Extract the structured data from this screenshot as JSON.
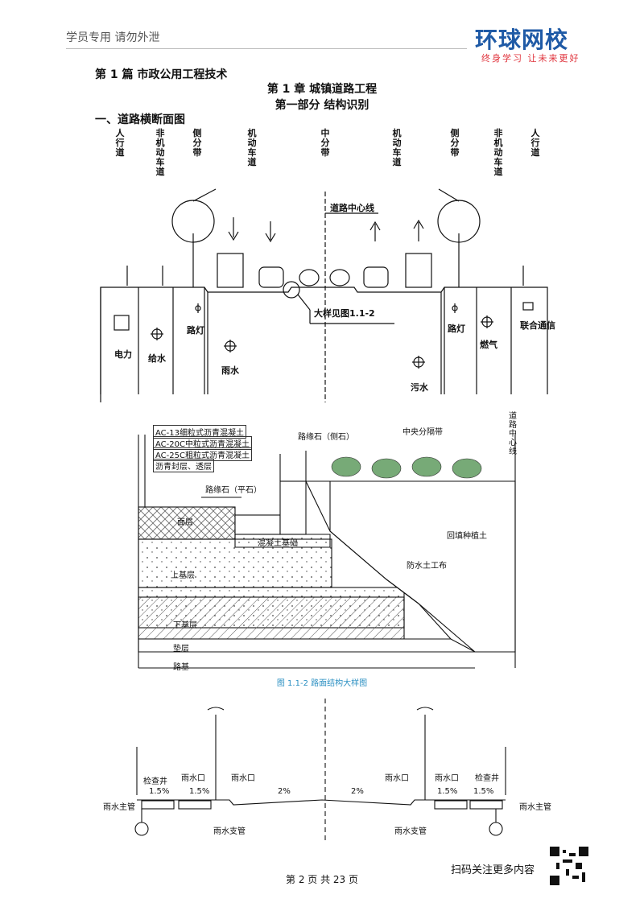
{
  "header": {
    "left_text": "学员专用  请勿外泄",
    "logo_main": "环球网校",
    "logo_sub": "终身学习  让未来更好"
  },
  "title": {
    "part": "第 1 篇    市政公用工程技术",
    "chapter": "第 1 章    城镇道路工程",
    "section": "第一部分    结构识别",
    "subsection": "一、道路横断面图"
  },
  "cross_section": {
    "top_labels": [
      "人行道",
      "非机动车道",
      "侧分带",
      "机动车道",
      "中分带",
      "机动车道",
      "侧分带",
      "非机动车道",
      "人行道"
    ],
    "centerline": "道路中心线",
    "detail_ref": "大样见图1.1-2",
    "utilities": {
      "power": "电力",
      "water_supply": "给水",
      "street_light_left": "路灯",
      "rain": "雨水",
      "sewage": "污水",
      "street_light_right": "路灯",
      "gas": "燃气",
      "telecom": "联合通信"
    }
  },
  "detail": {
    "layers": [
      "AC-13细粒式沥青混凝土",
      "AC-20C中粒式沥青混凝土",
      "AC-25C粗粒式沥青混凝土",
      "沥青封层、透层"
    ],
    "curb_side": "路缘石（侧石）",
    "curb_flat": "路缘石（平石）",
    "median": "中央分隔带",
    "centerline_vertical": "道路中心线",
    "surface": "面层",
    "concrete_base": "混凝土基础",
    "backfill": "回填种植土",
    "geotextile": "防水土工布",
    "upper_base": "上基层",
    "lower_base": "下基层",
    "cushion": "垫层",
    "subgrade": "路基",
    "caption": "图 1.1-2    路面结构大样图"
  },
  "drainage": {
    "manhole_l": "检查井",
    "inlet_l1": "雨水口",
    "inlet_l2": "雨水口",
    "slope_l1": "1.5%",
    "slope_l2": "1.5%",
    "slope_c1": "2%",
    "slope_c2": "2%",
    "inlet_r1": "雨水口",
    "inlet_r2": "雨水口",
    "manhole_r": "检查井",
    "slope_r1": "1.5%",
    "slope_r2": "1.5%",
    "main_l": "雨水主管",
    "branch_l": "雨水支管",
    "branch_r": "雨水支管",
    "main_r": "雨水主管"
  },
  "footer": {
    "page": "第  2  页  共  23  页",
    "scan": "扫码关注更多内容"
  }
}
